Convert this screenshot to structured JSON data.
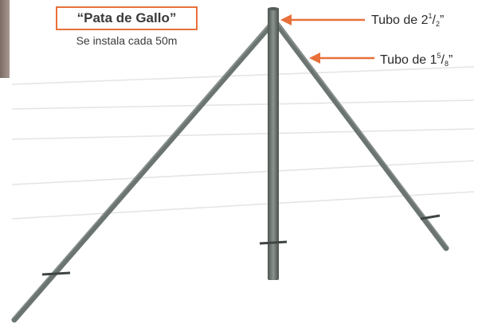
{
  "title": "“Pata de Gallo”",
  "subtitle": "Se instala cada 50m",
  "callouts": [
    {
      "prefix": "Tubo de 2",
      "sup": "1",
      "slash": "/",
      "sub": "2",
      "suffix": "”",
      "arrow": "orange-arrow-left"
    },
    {
      "prefix": "Tubo de 1",
      "sup": "5",
      "slash": "/",
      "sub": "8",
      "suffix": "”",
      "arrow": "orange-arrow-left"
    }
  ],
  "colors": {
    "accent": "#e8703a",
    "pipe": "#6e7672",
    "wire": "#e4e6e4",
    "text": "#3a3a3a"
  }
}
